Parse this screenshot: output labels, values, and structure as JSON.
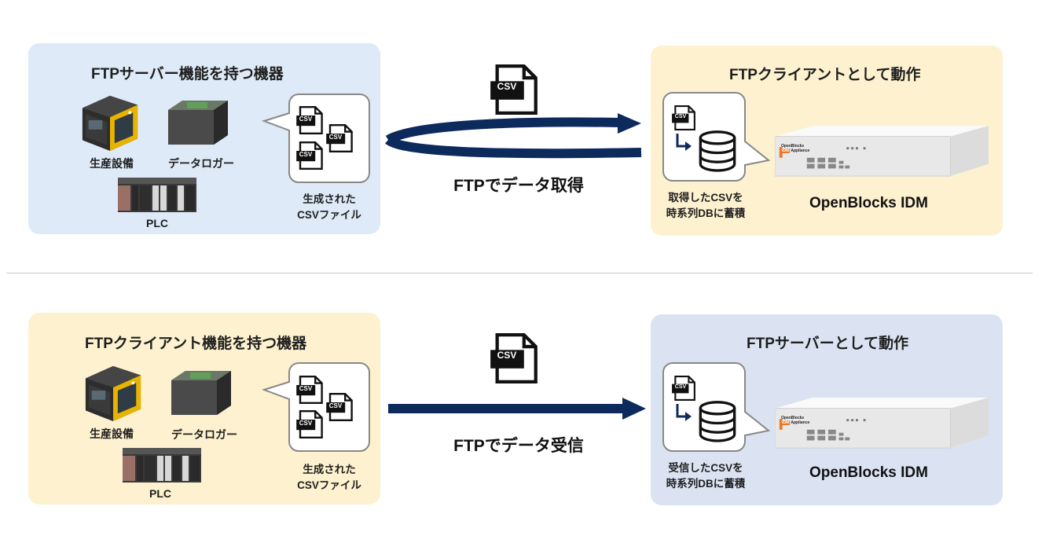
{
  "top": {
    "left_panel": {
      "title": "FTPサーバー機能を持つ機器",
      "devices": {
        "production": "生産設備",
        "logger": "データロガー",
        "plc": "PLC"
      },
      "generated_line1": "生成された",
      "generated_line2": "CSVファイル",
      "file_label": "CSV"
    },
    "arrow_caption": "FTPでデータ取得",
    "file_label": "CSV",
    "right_panel": {
      "title": "FTPクライアントとして動作",
      "store_line1": "取得したCSVを",
      "store_line2": "時系列DBに蓄積",
      "product": "OpenBlocks IDM",
      "file_label": "CSV"
    }
  },
  "bottom": {
    "left_panel": {
      "title": "FTPクライアント機能を持つ機器",
      "devices": {
        "production": "生産設備",
        "logger": "データロガー",
        "plc": "PLC"
      },
      "generated_line1": "生成された",
      "generated_line2": "CSVファイル",
      "file_label": "CSV"
    },
    "arrow_caption": "FTPでデータ受信",
    "file_label": "CSV",
    "right_panel": {
      "title": "FTPサーバーとして動作",
      "store_line1": "受信したCSVを",
      "store_line2": "時系列DBに蓄積",
      "product": "OpenBlocks IDM",
      "file_label": "CSV"
    }
  },
  "appliance_brand": {
    "line1": "OpenBlocks",
    "line2": "IDM",
    "line3": "Appliance"
  },
  "colors": {
    "arrow": "#0d2a5c",
    "panel_blue": "#deeaf7",
    "panel_cream": "#fdf1cf",
    "panel_bluegray": "#dbe3f3",
    "accent_orange": "#e8782a"
  }
}
